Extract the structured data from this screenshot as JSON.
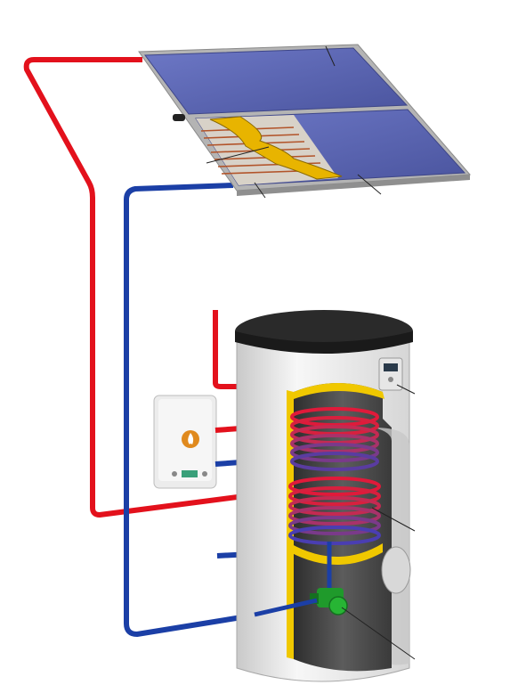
{
  "colors": {
    "hot_pipe": "#e3111c",
    "cold_pipe": "#1b3fa6",
    "collector_glass": "#5b66b8",
    "collector_frame": "#a9a9a9",
    "absorber_fins": "#e8b400",
    "tank_shell": "#e9e9e9",
    "tank_lid": "#2a2a2a",
    "insulation": "#f0c800",
    "tank_inner": "#4d4d4d",
    "coil_red": "#d4143c",
    "coil_blue": "#3a3fb0",
    "pump": "#1f9a2b",
    "boiler_body": "#ededed",
    "boiler_flame_badge": "#e08a1e"
  },
  "icons": {
    "boiler": "flame-icon",
    "controller": "solar-controller-icon",
    "pump": "circulation-pump-icon"
  },
  "callouts": [
    {
      "id": "collector-glass-top"
    },
    {
      "id": "absorber-pipes"
    },
    {
      "id": "collector-frame"
    },
    {
      "id": "collector-glass-bottom"
    },
    {
      "id": "controller"
    },
    {
      "id": "lower-coil"
    },
    {
      "id": "pump"
    }
  ]
}
